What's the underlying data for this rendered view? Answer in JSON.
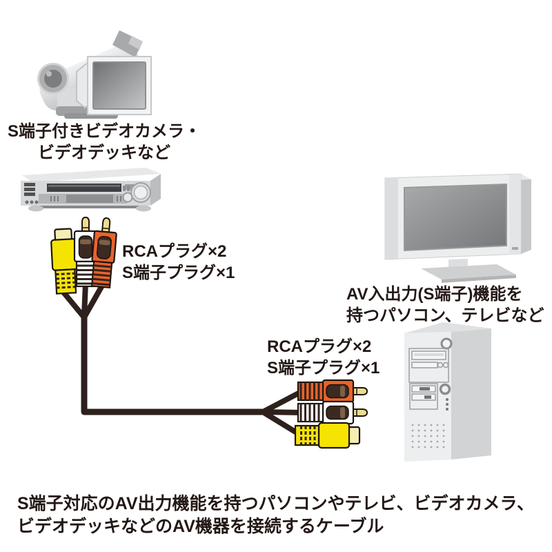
{
  "diagram": {
    "source_device": {
      "caption_line1": "S端子付きビデオカメラ・",
      "caption_line2": "ビデオデッキなど"
    },
    "cable": {
      "left_end_label_line1": "RCAプラグ×2",
      "left_end_label_line2": "S端子プラグ×1",
      "right_end_label_line1": "RCAプラグ×2",
      "right_end_label_line2": "S端子プラグ×1"
    },
    "target_device": {
      "caption_line1": "AV入出力(S端子)機能を",
      "caption_line2": "持つパソコン、テレビなど"
    },
    "description_line1": "S端子対応のAV出力機能を持つパソコンやテレビ、ビデオカメラ、",
    "description_line2": "ビデオデッキなどのAV機器を接続するケーブル"
  },
  "icons": {
    "source": [
      "camcorder-icon",
      "vcr-deck-icon"
    ],
    "target": [
      "tv-monitor-icon",
      "pc-tower-icon"
    ],
    "cable": [
      "svideo-plug-icon",
      "rca-plug-white-icon",
      "rca-plug-red-icon"
    ]
  },
  "colors": {
    "text": "#231815",
    "cable": "#2e211d",
    "outline": "#1c1410",
    "plug_yellow": "#f5e402",
    "plug_yellow_cap": "#f5efb3",
    "plug_orange": "#e9632c",
    "plug_white": "#ffffff",
    "plug_grip": "#3a2a22",
    "pin_gold": "#eedc90",
    "rib_dark": "#31241d"
  }
}
